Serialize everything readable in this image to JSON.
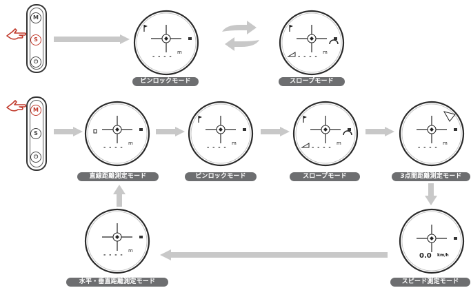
{
  "device_buttons": {
    "m": "M",
    "s": "S",
    "power": "⏻"
  },
  "icons": {
    "hand": "pointing-hand-icon",
    "flag": "flag-icon",
    "slope": "slope-icon",
    "battery": "battery-icon",
    "triangle": "three-point-icon"
  },
  "colors": {
    "pill_bg": "#6d6e70",
    "arrow": "#c8c8c8",
    "highlight": "#c0392b"
  },
  "scope_text": {
    "unit_m": "m",
    "unit_speed": "km/h",
    "speed_value": "0.0",
    "dashes": "- - - -"
  },
  "labels": {
    "pin_lock_top": "ピンロックモード",
    "slope_top": "スロープモード",
    "line_distance": "直線距離測定モード",
    "pin_lock": "ピンロックモード",
    "slope": "スロープモード",
    "three_point": "3点間距離測定モード",
    "horizontal_vertical": "水平・垂直距離測定モード",
    "speed": "スピード測定モード"
  }
}
